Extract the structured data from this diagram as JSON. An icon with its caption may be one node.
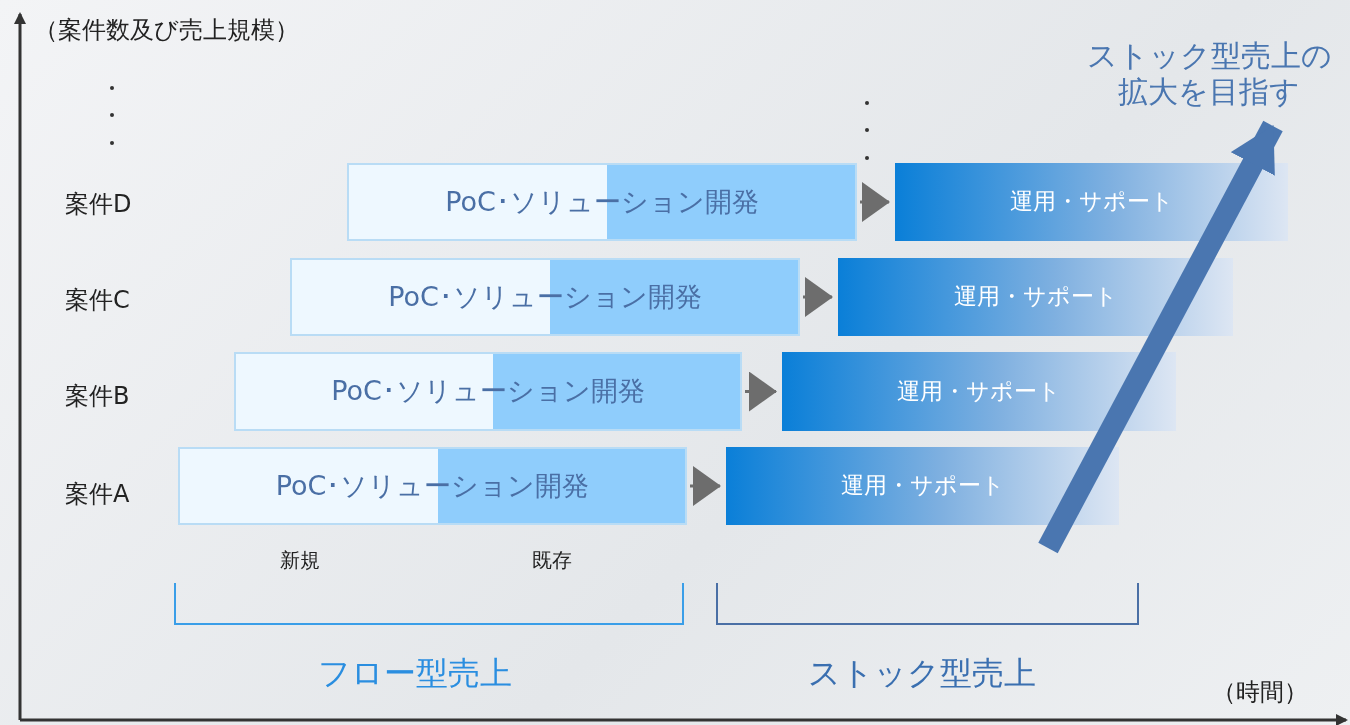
{
  "diagram": {
    "nodes": [
      {
        "text": [
          "PoC･ソリューション開発"
        ]
      },
      {
        "text": [
          "運用・サポート"
        ]
      },
      {
        "text": [
          "PoC･ソリューション開発"
        ]
      },
      {
        "text": [
          "運用・サポート"
        ]
      },
      {
        "text": [
          "PoC･ソリューション開発"
        ]
      },
      {
        "text": [
          "運用・サポート"
        ]
      },
      {
        "text": [
          "PoC･ソリューション開発"
        ]
      },
      {
        "text": [
          "運用・サポート"
        ]
      },
      {
        "text": [
          "ストック型売上の拡大を目指す"
        ]
      }
    ],
    "edges": [
      {
        "from": 0,
        "to": 1,
        "arrow": "to"
      },
      {
        "from": 2,
        "to": 3,
        "arrow": "to"
      },
      {
        "from": 4,
        "to": 5,
        "arrow": "to"
      },
      {
        "from": 6,
        "to": 7,
        "arrow": "to"
      },
      {
        "from": null,
        "to": 8,
        "arrow": "to",
        "style": "thick",
        "color": "#4a76b0"
      }
    ],
    "labels": [
      "（案件数及び売上規模）",
      "案件D",
      "案件C",
      "案件B",
      "案件A",
      "新規",
      "既存",
      "フロー型売上",
      "ストック型売上",
      "（時間）"
    ]
  }
}
